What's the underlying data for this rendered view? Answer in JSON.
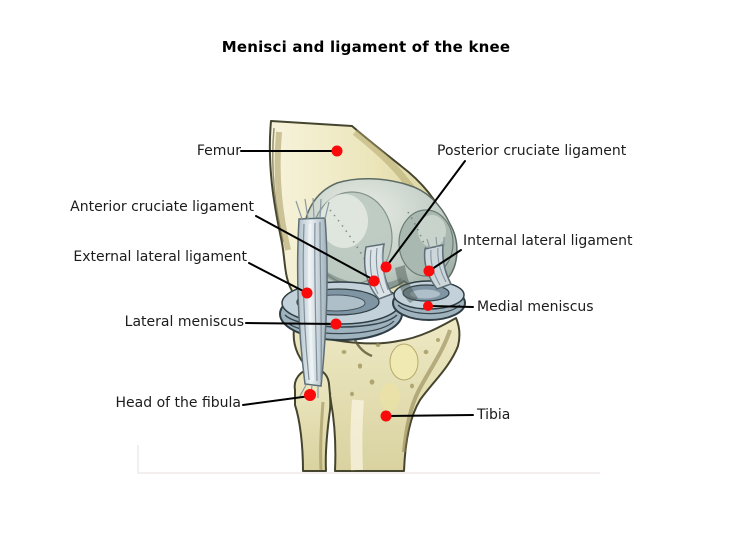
{
  "title": "Menisci and ligament of the knee",
  "figure": {
    "subject": "knee joint anterior view illustration",
    "marker_color": "#fa0a0a",
    "line_color": "#000000"
  },
  "labels": {
    "femur": {
      "text": "Femur"
    },
    "posterior_cruciate": {
      "text": "Posterior cruciate ligament"
    },
    "anterior_cruciate": {
      "text": "Anterior cruciate ligament"
    },
    "internal_lateral": {
      "text": "Internal lateral ligament"
    },
    "external_lateral": {
      "text": "External lateral ligament"
    },
    "medial_meniscus": {
      "text": "Medial meniscus"
    },
    "lateral_meniscus": {
      "text": "Lateral meniscus"
    },
    "head_of_fibula": {
      "text": "Head of the fibula"
    },
    "tibia": {
      "text": "Tibia"
    }
  }
}
